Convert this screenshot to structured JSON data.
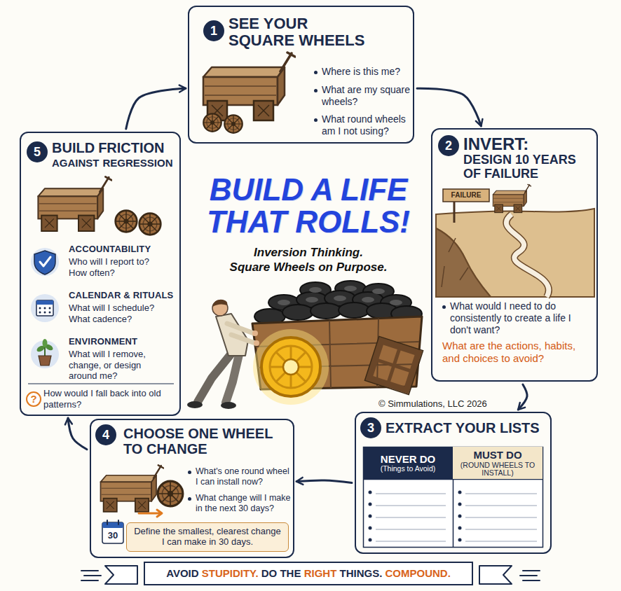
{
  "diagram": {
    "title": "BUILD A LIFE THAT ROLLS!",
    "nodes": [
      {
        "text": [
          "1",
          "SEE YOUR SQUARE WHEELS",
          "Where is this me?",
          "What are my square wheels?",
          "What round wheels am I not using?"
        ]
      },
      {
        "text": [
          "2",
          "INVERT: DESIGN 10 YEARS OF FAILURE",
          "What would I need to do consistently to create a life I don't want?",
          "What are the actions, habits, and choices to avoid?"
        ]
      },
      {
        "text": [
          "3",
          "EXTRACT YOUR LISTS"
        ]
      },
      {
        "text": [
          "NEVER DO",
          "(Things to Avoid)"
        ],
        "in": 2
      },
      {
        "text": [
          "MUST DO",
          "(ROUND WHEELS TO INSTALL)"
        ],
        "in": 2
      },
      {
        "text": [
          "4",
          "CHOOSE ONE WHEEL TO CHANGE",
          "What's one round wheel I can install now?",
          "What change will I make in the next 30 days?"
        ]
      },
      {
        "text": [
          "Define the smallest, clearest change I can make in 30 days."
        ],
        "in": 5
      },
      {
        "text": [
          "5",
          "BUILD FRICTION AGAINST REGRESSION",
          "ACCOUNTABILITY",
          "Who will I report to? How often?",
          "CALENDAR & RITUALS",
          "What will I schedule? What cadence?",
          "ENVIRONMENT",
          "What will I remove, change, or design around me?",
          "How would I fall back into old patterns?"
        ]
      },
      {
        "text": [
          "AVOID STUPIDITY. DO THE RIGHT THINGS. COMPOUND."
        ]
      }
    ],
    "edges": [
      {
        "from": 0,
        "to": 1,
        "arrow": "to"
      },
      {
        "from": 1,
        "to": 2,
        "arrow": "to"
      },
      {
        "from": 2,
        "to": 5,
        "arrow": "to"
      },
      {
        "from": 5,
        "to": 7,
        "arrow": "to"
      },
      {
        "from": 7,
        "to": 0,
        "arrow": "to"
      }
    ],
    "labels": [
      "Inversion Thinking. Square Wheels on Purpose.",
      "FAILURE",
      "© Simmulations, LLC 2026",
      "30",
      "?"
    ]
  }
}
